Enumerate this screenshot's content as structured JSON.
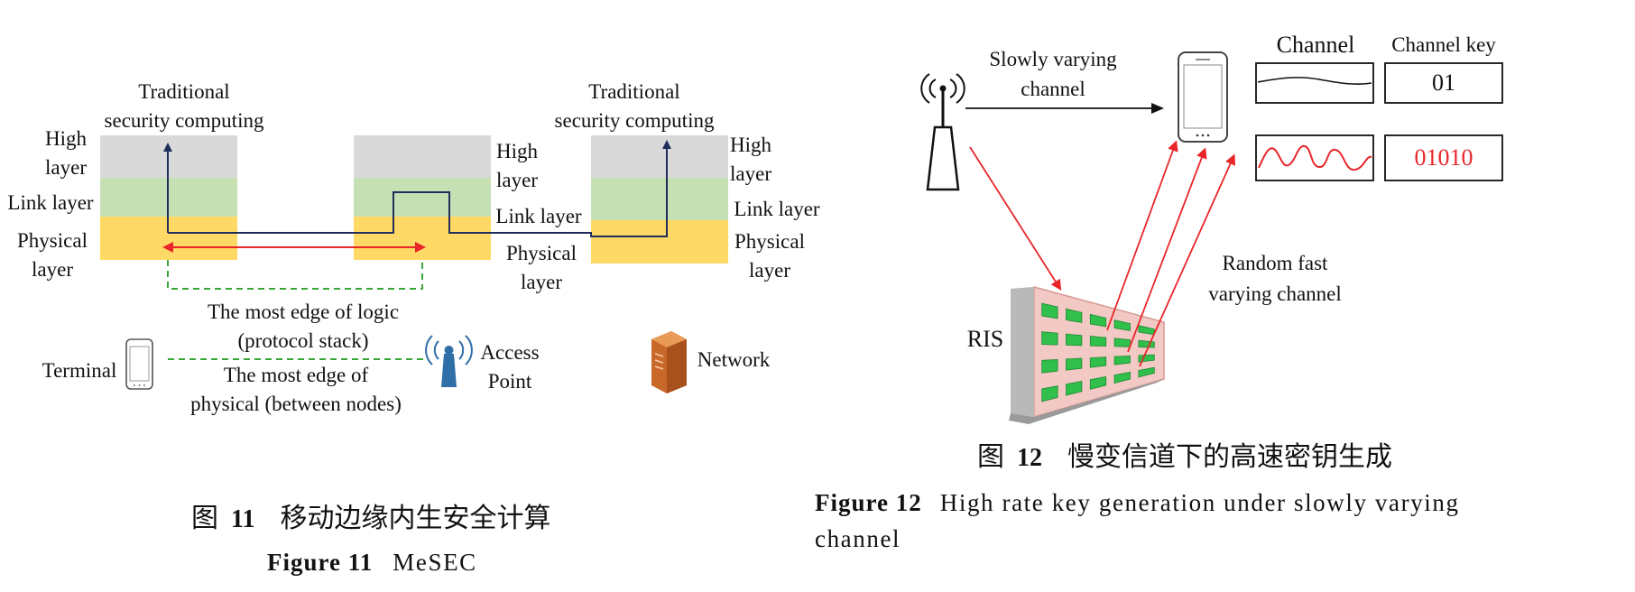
{
  "fig11": {
    "left_top_label_1": "Traditional",
    "left_top_label_2": "security computing",
    "right_top_label_1": "Traditional",
    "right_top_label_2": "security computing",
    "left_high_1": "High",
    "left_high_2": "layer",
    "left_link": "Link layer",
    "left_phys_1": "Physical",
    "left_phys_2": "layer",
    "mid_high_1": "High",
    "mid_high_2": "layer",
    "mid_link": "Link layer",
    "mid_phys_1": "Physical",
    "mid_phys_2": "layer",
    "right_high_1": "High",
    "right_high_2": "layer",
    "right_link": "Link layer",
    "right_phys_1": "Physical",
    "right_phys_2": "layer",
    "edge_logic_1": "The most edge of logic",
    "edge_logic_2": "(protocol stack)",
    "edge_phys_1": "The most edge of",
    "edge_phys_2": "physical (between nodes)",
    "terminal": "Terminal",
    "ap_1": "Access",
    "ap_2": "Point",
    "network": "Network",
    "caption_cn_prefix": "图",
    "caption_num": "11",
    "caption_cn": "移动边缘内生安全计算",
    "caption_en_prefix": "Figure 11",
    "caption_en": "MeSEC"
  },
  "fig12": {
    "slow_1": "Slowly varying",
    "slow_2": "channel",
    "channel_header": "Channel",
    "key_header": "Channel key",
    "key_slow": "01",
    "key_fast": "01010",
    "ris": "RIS",
    "fast_1": "Random fast",
    "fast_2": "varying channel",
    "caption_cn_prefix": "图",
    "caption_num": "12",
    "caption_cn": "慢变信道下的高速密钥生成",
    "caption_en_prefix": "Figure 12",
    "caption_en_1": "High rate key generation under slowly varying",
    "caption_en_2": "channel"
  },
  "colors": {
    "high_layer": "#d9d9d9",
    "link_layer": "#c6e0b4",
    "physical_layer": "#ffd966",
    "arrow_red": "#e8262a",
    "line_navy": "#1f2d5a",
    "dashed_green": "#3aa63a",
    "ris_cell": "#2fbf4a",
    "ris_frame": "#f2c9c4"
  }
}
